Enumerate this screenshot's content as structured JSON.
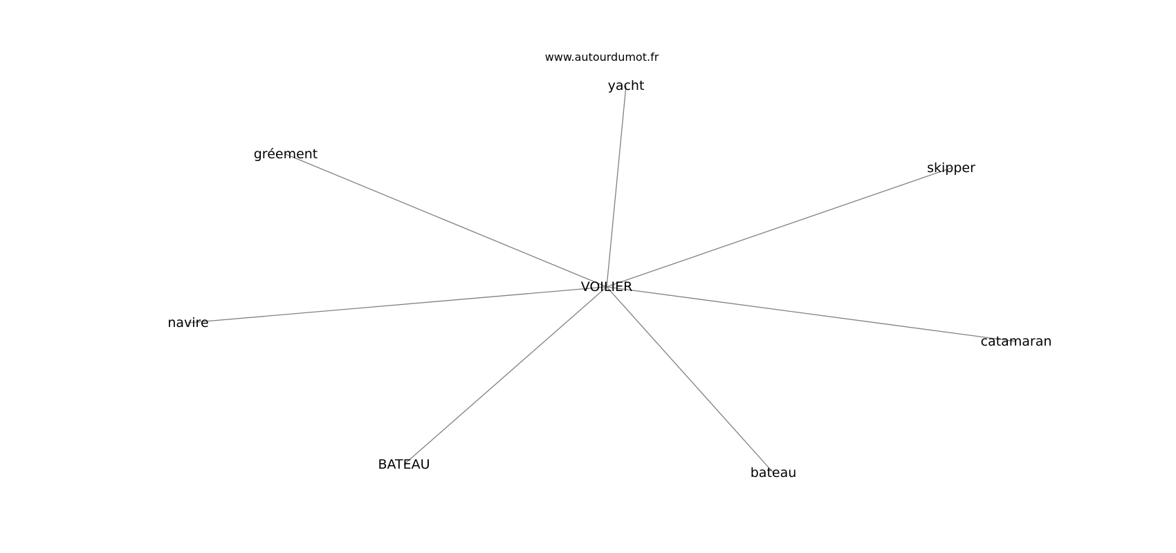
{
  "watermark": "www.autourdumot.fr",
  "graph": {
    "center": "VOILIER",
    "neighbors": [
      "yacht",
      "gréement",
      "skipper",
      "navire",
      "catamaran",
      "BATEAU",
      "bateau"
    ]
  },
  "colors": {
    "edge": "#808080",
    "text": "#000000",
    "background": "#ffffff"
  }
}
